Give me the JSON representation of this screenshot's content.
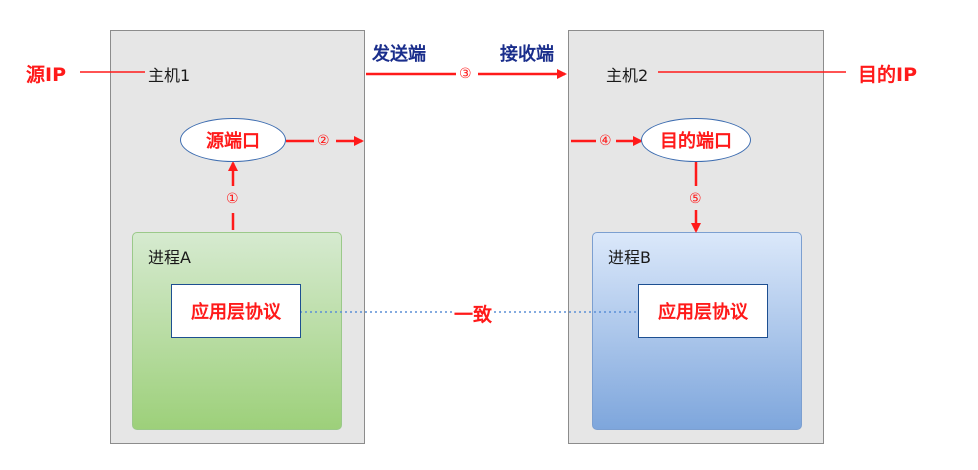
{
  "labels": {
    "source_ip": "源IP",
    "dest_ip": "目的IP",
    "host1": "主机1",
    "host2": "主机2",
    "sender": "发送端",
    "receiver": "接收端",
    "source_port": "源端口",
    "dest_port": "目的端口",
    "process_a": "进程A",
    "process_b": "进程B",
    "protocol_a": "应用层协议",
    "protocol_b": "应用层协议",
    "consistent": "一致"
  },
  "steps": [
    "①",
    "②",
    "③",
    "④",
    "⑤"
  ],
  "colors": {
    "accent_red": "#ff1a1a",
    "label_blue": "#1a2e8c",
    "host_fill": "#e6e6e6",
    "process_a_fill": "#9dd07a",
    "process_b_fill": "#7ea6dc",
    "dotted_line": "#5b8fd6"
  }
}
